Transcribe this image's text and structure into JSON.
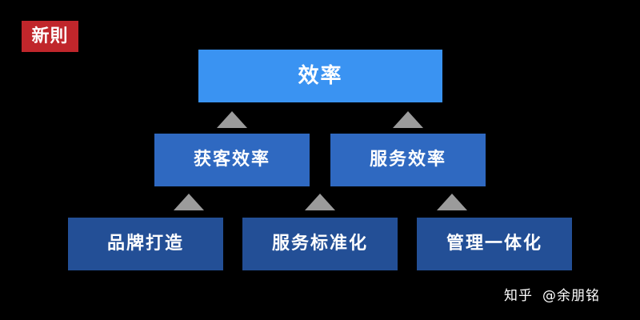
{
  "logo": {
    "text": "新則"
  },
  "top": {
    "label": "效率"
  },
  "middle": [
    {
      "label": "获客效率"
    },
    {
      "label": "服务效率"
    }
  ],
  "bottom": [
    {
      "label": "品牌打造"
    },
    {
      "label": "服务标准化"
    },
    {
      "label": "管理一体化"
    }
  ],
  "watermark": {
    "platform": "知乎",
    "author": "@余朋铭"
  },
  "colors": {
    "background": "#000000",
    "logo": "#c0262b",
    "top_box": "#3a93f2",
    "middle_box": "#2f69c1",
    "bottom_box": "#234f96",
    "arrow": "#9b9b9b"
  }
}
